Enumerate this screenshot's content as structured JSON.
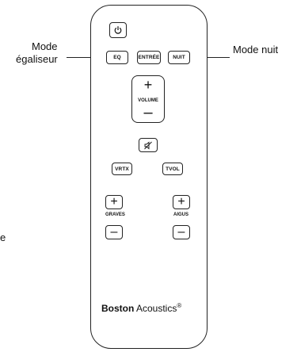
{
  "labels": {
    "eq_mode_line1": "Mode",
    "eq_mode_line2": "égaliseur",
    "night_mode": "Mode nuit",
    "left_cut_fragment": "e"
  },
  "remote": {
    "power_icon": "power-icon",
    "eq": "EQ",
    "input": "ENTRÉE",
    "night": "NUIT",
    "volume_plus": "+",
    "volume_label": "VOLUME",
    "volume_minus": "–",
    "mute_icon": "mute-icon",
    "vrtx": "VRTX",
    "tvol": "TVOL",
    "bass_plus": "+",
    "bass_label": "GRAVES",
    "bass_minus": "–",
    "treble_plus": "+",
    "treble_label": "AIGUS",
    "treble_minus": "–",
    "brand_bold": "Boston",
    "brand_rest": " Acoustics",
    "brand_mark": "®"
  }
}
